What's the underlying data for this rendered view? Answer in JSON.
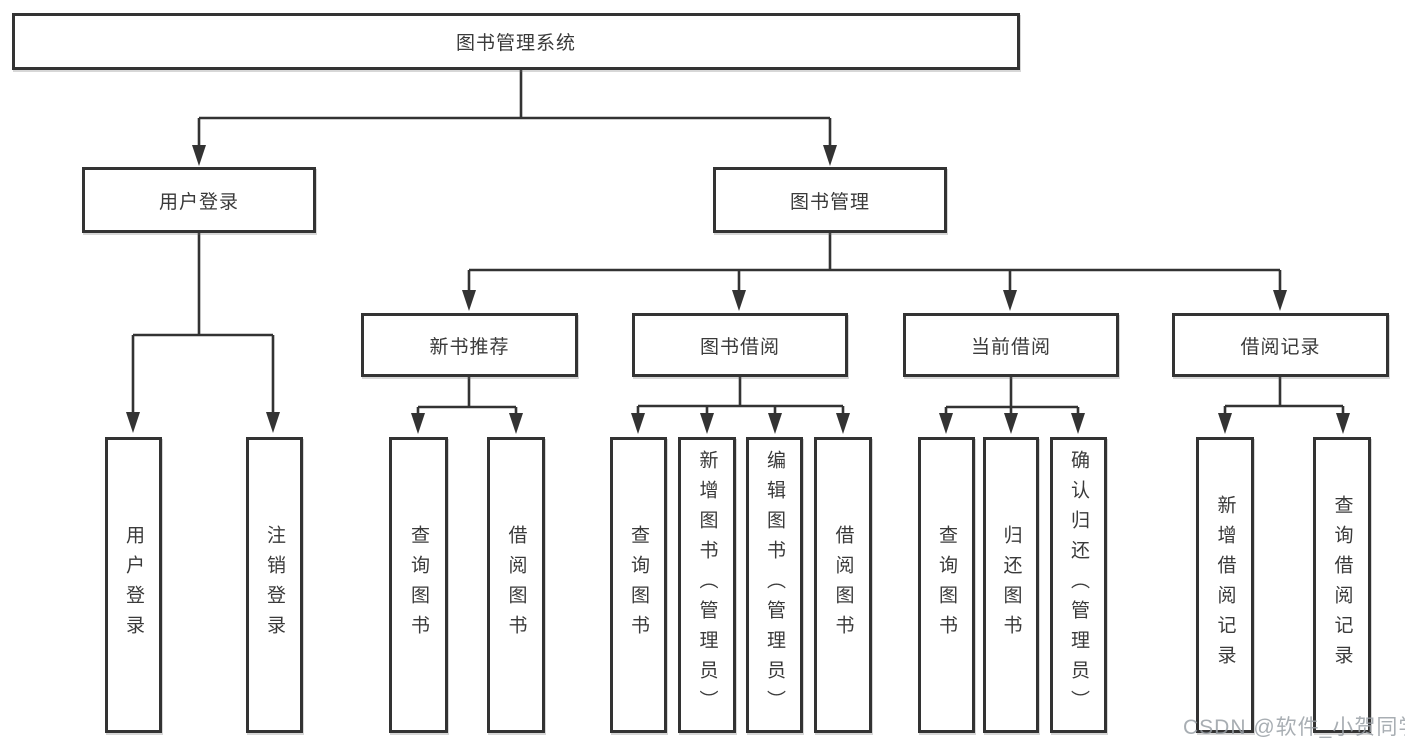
{
  "tree": {
    "root": {
      "label": "图书管理系统",
      "children": [
        {
          "label": "用户登录",
          "children": [
            {
              "label": "用户登录"
            },
            {
              "label": "注销登录"
            }
          ]
        },
        {
          "label": "图书管理",
          "children": [
            {
              "label": "新书推荐",
              "children": [
                {
                  "label": "查询图书"
                },
                {
                  "label": "借阅图书"
                }
              ]
            },
            {
              "label": "图书借阅",
              "children": [
                {
                  "label": "查询图书"
                },
                {
                  "label": "新增图书（管理员）"
                },
                {
                  "label": "编辑图书（管理员）"
                },
                {
                  "label": "借阅图书"
                }
              ]
            },
            {
              "label": "当前借阅",
              "children": [
                {
                  "label": "查询图书"
                },
                {
                  "label": "归还图书"
                },
                {
                  "label": "确认归还（管理员）"
                }
              ]
            },
            {
              "label": "借阅记录",
              "children": [
                {
                  "label": "新增借阅记录"
                },
                {
                  "label": "查询借阅记录"
                }
              ]
            }
          ]
        }
      ]
    }
  },
  "watermark": {
    "text": "CSDN @软件_小贺同学"
  },
  "colors": {
    "line": "#333333",
    "text": "#3a3a3a",
    "node_fill": "#ffffff",
    "watermark": "#9aa0a6",
    "bg": "#ffffff"
  }
}
